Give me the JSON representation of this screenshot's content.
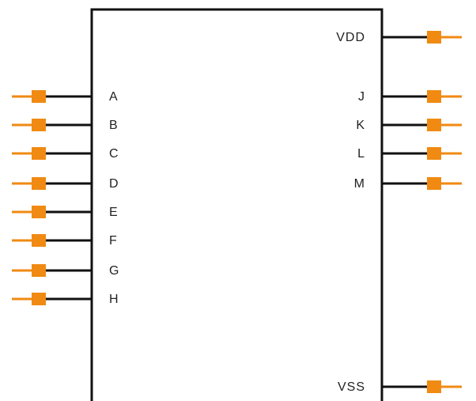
{
  "component": {
    "colors": {
      "body_stroke": "#111111",
      "wire": "#111111",
      "pin_terminal": "#f08a12",
      "label": "#222222",
      "background": "#ffffff"
    },
    "left_pins": [
      {
        "label": "A"
      },
      {
        "label": "B"
      },
      {
        "label": "C"
      },
      {
        "label": "D"
      },
      {
        "label": "E"
      },
      {
        "label": "F"
      },
      {
        "label": "G"
      },
      {
        "label": "H"
      }
    ],
    "right_pins": [
      {
        "label": "VDD"
      },
      {
        "label": "J"
      },
      {
        "label": "K"
      },
      {
        "label": "L"
      },
      {
        "label": "M"
      },
      {
        "label": "VSS"
      }
    ]
  }
}
